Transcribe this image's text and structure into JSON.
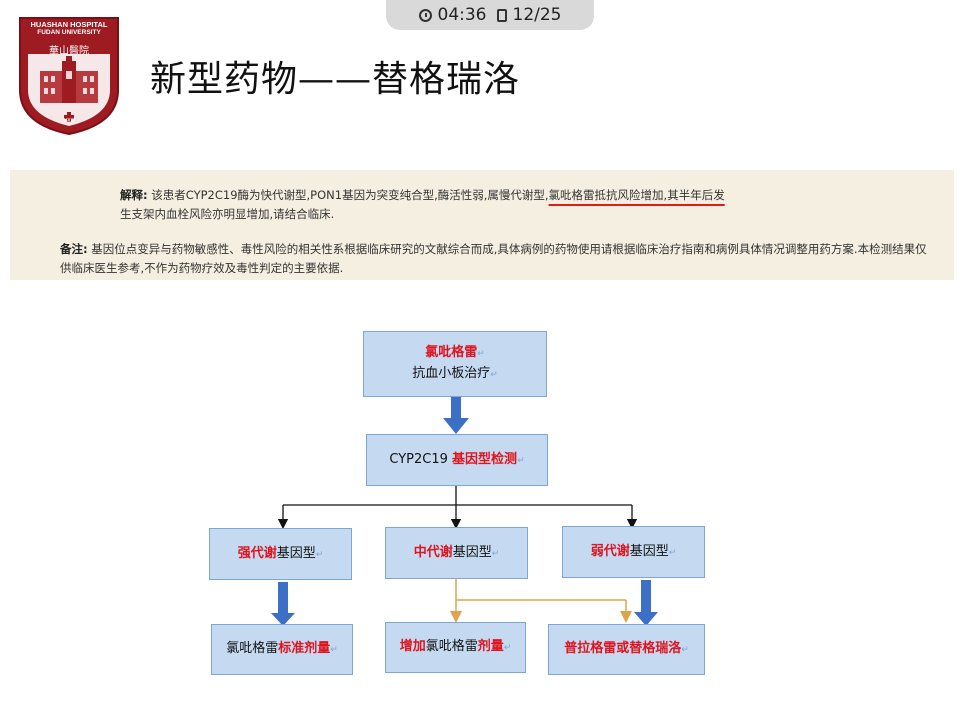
{
  "topbar": {
    "time": "04:36",
    "page": "12/25"
  },
  "logo": {
    "line1": "HUASHAN HOSPITAL",
    "line2": "FUDAN UNIVERSITY",
    "cn": "華山醫院",
    "year": "1907"
  },
  "slide_title": "新型药物——替格瑞洛",
  "report": {
    "interp_label": "解释:",
    "interp_text_a": "该患者CYP2C19酶为快代谢型,PON1基因为突变纯合型,酶活性弱,属慢代谢型,",
    "interp_text_b": "氯吡格雷抵抗风险增加,其半年后发",
    "interp_text_c": "生支架内血栓风险亦明显增加,请结合临床.",
    "note_label": "备注:",
    "note_text": "基因位点变异与药物敏感性、毒性风险的相关性系根据临床研究的文献综合而成,具体病例的药物使用请根据临床治疗指南和病例具体情况调整用药方案.本检测结果仅供临床医生参考,不作为药物疗效及毒性判定的主要依据."
  },
  "flow": {
    "top": {
      "a": "氯吡格雷",
      "b": "抗血小板治疗"
    },
    "test": {
      "a": "CYP2C19 ",
      "b": "基因型检测"
    },
    "strong": {
      "a": "强代谢",
      "b": "基因型"
    },
    "medium": {
      "a": "中代谢",
      "b": "基因型"
    },
    "weak": {
      "a": "弱代谢",
      "b": "基因型"
    },
    "std": {
      "a": "氯吡格雷",
      "b": "标准剂量"
    },
    "inc": {
      "a": "增加",
      "b": "氯吡格雷",
      "c": "剂量"
    },
    "alt": {
      "a": "普拉格雷或替格瑞洛"
    },
    "mark": "↵",
    "colors": {
      "box_fill": "#c5daf1",
      "box_border": "#7aa7d6",
      "red": "#e0141e",
      "blue_arrow": "#3c6fc6",
      "orange_line": "#e0a24a"
    }
  }
}
